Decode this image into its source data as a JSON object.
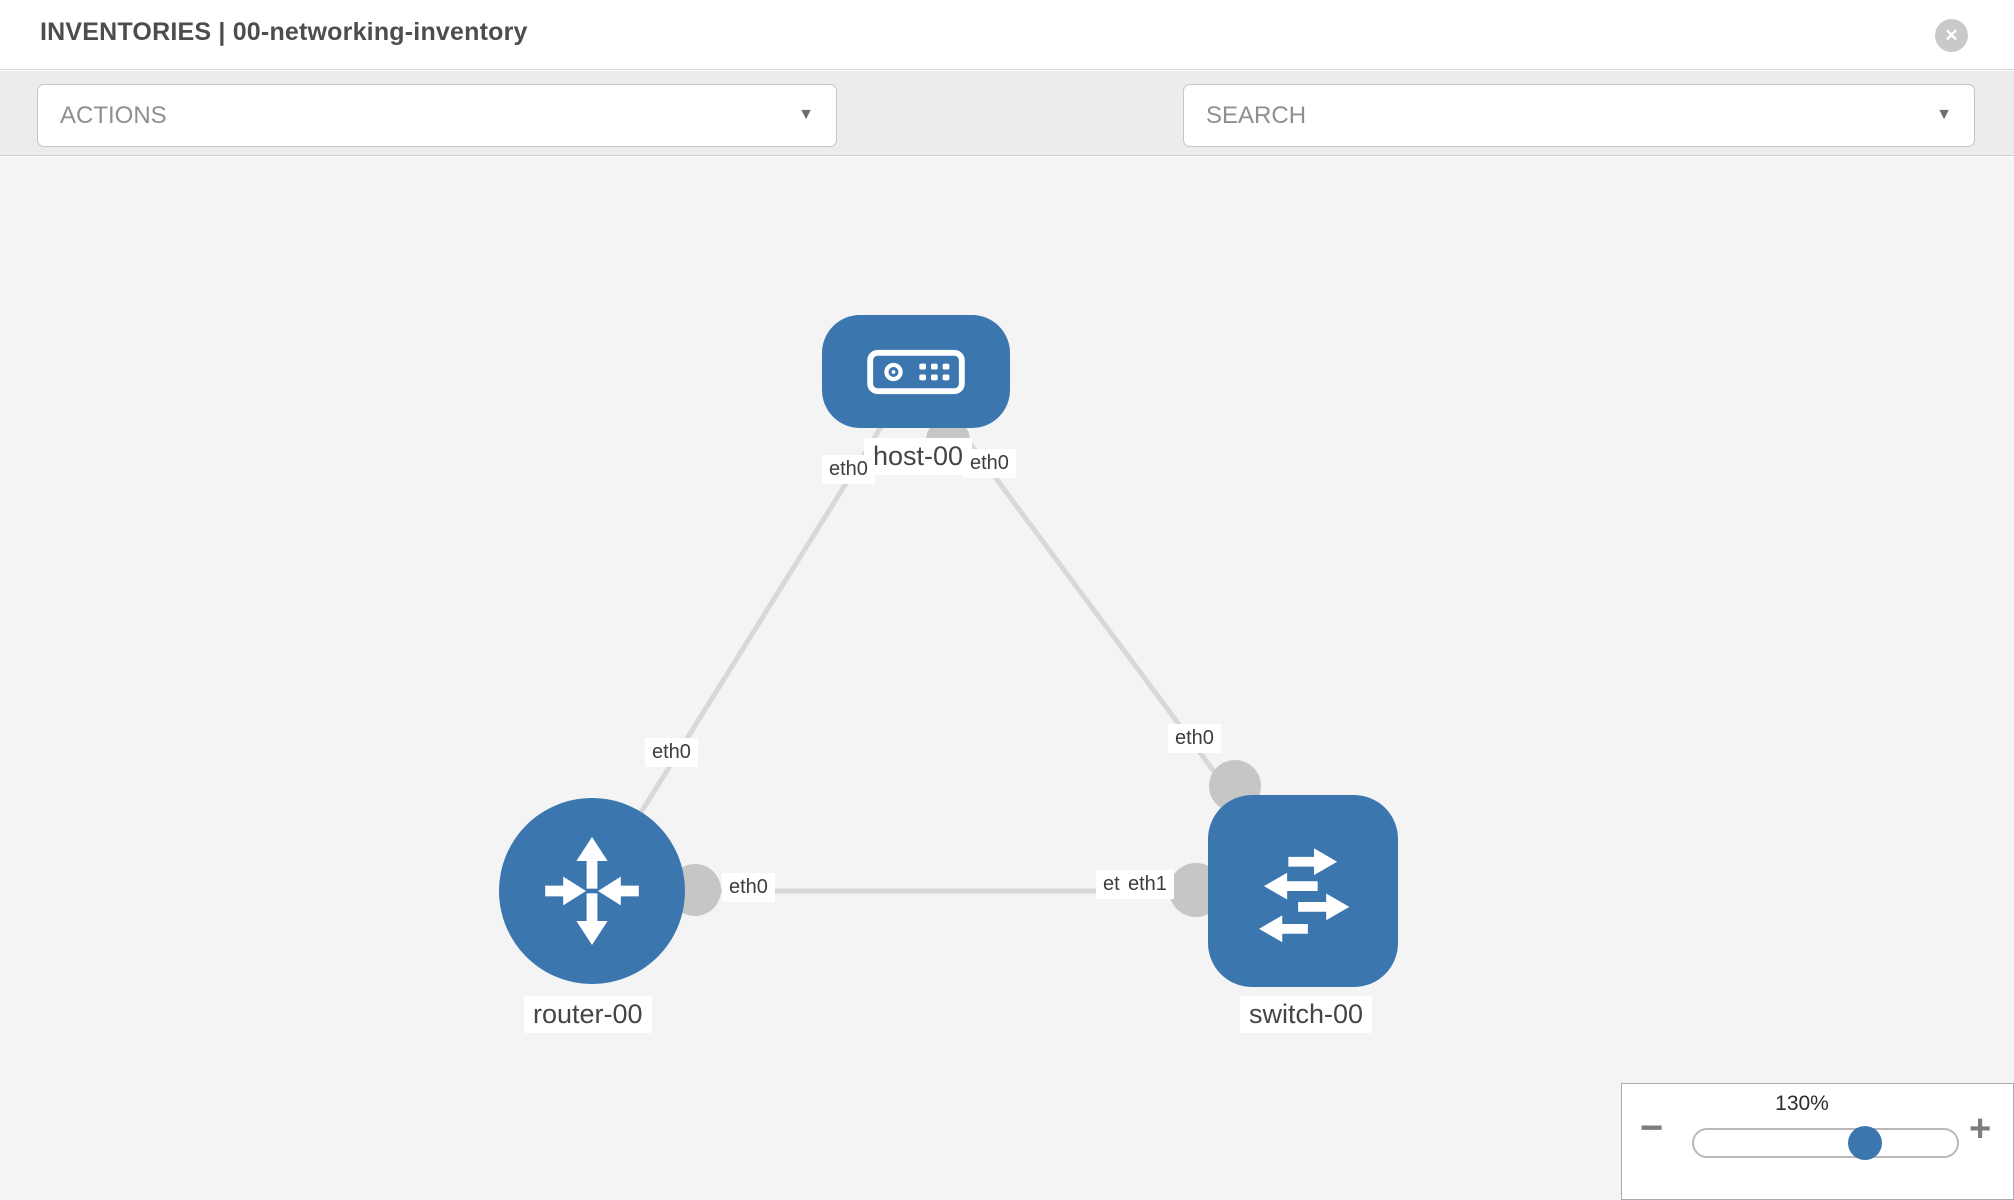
{
  "header": {
    "title": "INVENTORIES | 00-networking-inventory",
    "close_glyph": "✕"
  },
  "toolbar": {
    "actions_label": "ACTIONS",
    "search_placeholder": "SEARCH",
    "caret_glyph": "▼",
    "icons": [
      "wrench-icon",
      "key-icon"
    ]
  },
  "canvas": {
    "nodes": [
      {
        "id": "host-00",
        "type": "host",
        "label": "host-00"
      },
      {
        "id": "router-00",
        "type": "router",
        "label": "router-00"
      },
      {
        "id": "switch-00",
        "type": "switch",
        "label": "switch-00"
      }
    ],
    "links": [
      {
        "from": "host-00",
        "to": "router-00"
      },
      {
        "from": "host-00",
        "to": "switch-00"
      },
      {
        "from": "router-00",
        "to": "switch-00"
      }
    ],
    "interface_labels": [
      {
        "text": "eth0",
        "near": "host-00-left"
      },
      {
        "text": "eth0",
        "near": "host-00-right"
      },
      {
        "text": "eth0",
        "near": "router-00-uplink"
      },
      {
        "text": "eth0",
        "near": "router-00-right"
      },
      {
        "text": "eth0",
        "near": "switch-00-top"
      },
      {
        "text": "eth0",
        "near": "switch-00-left-back"
      },
      {
        "text": "eth1",
        "near": "switch-00-left-front"
      }
    ]
  },
  "zoom_control": {
    "value": "130%",
    "minus_glyph": "−",
    "plus_glyph": "+"
  },
  "colors": {
    "node_blue": "#3b76af",
    "link_gray": "#d8d8d8",
    "port_gray": "#c6c6c6",
    "toolbar_bg": "#ececec",
    "canvas_bg": "#f4f4f4",
    "icon_gray": "#6b7685"
  }
}
